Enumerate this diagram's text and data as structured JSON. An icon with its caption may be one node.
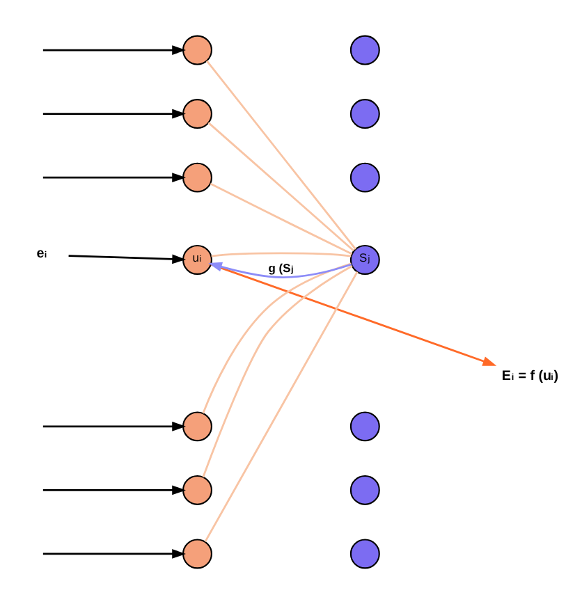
{
  "diagram": {
    "nodes": [
      {
        "text": [],
        "shape": "circle"
      },
      {
        "text": [],
        "shape": "circle"
      },
      {
        "text": [],
        "shape": "circle"
      },
      {
        "text": [
          "u$_{i}$"
        ]
      },
      {
        "text": [],
        "shape": "circle"
      },
      {
        "text": [],
        "shape": "circle"
      },
      {
        "text": [],
        "shape": "circle"
      },
      {
        "text": [],
        "shape": "circle"
      },
      {
        "text": [],
        "shape": "circle"
      },
      {
        "text": [],
        "shape": "circle"
      },
      {
        "text": [
          "S$_{j}$"
        ]
      },
      {
        "text": [],
        "shape": "circle"
      },
      {
        "text": [],
        "shape": "circle"
      },
      {
        "text": [],
        "shape": "circle"
      },
      {
        "text": [
          "e$_{i}$"
        ]
      },
      {
        "text": [
          "E$_{i}$ = f (u$_{i}$)"
        ]
      }
    ],
    "edges": [
      {
        "from": null,
        "to": 0,
        "arrow": "to"
      },
      {
        "from": null,
        "to": 1,
        "arrow": "to"
      },
      {
        "from": null,
        "to": 2,
        "arrow": "to"
      },
      {
        "from": 14,
        "to": 3,
        "arrow": "to"
      },
      {
        "from": null,
        "to": 4,
        "arrow": "to"
      },
      {
        "from": null,
        "to": 5,
        "arrow": "to"
      },
      {
        "from": null,
        "to": 6,
        "arrow": "to"
      },
      {
        "from": 0,
        "to": 10,
        "arrow": "none",
        "color": "#f8c4a4"
      },
      {
        "from": 1,
        "to": 10,
        "arrow": "none",
        "color": "#f8c4a4"
      },
      {
        "from": 2,
        "to": 10,
        "arrow": "none",
        "color": "#f8c4a4"
      },
      {
        "from": 3,
        "to": 10,
        "arrow": "none",
        "color": "#f8c4a4"
      },
      {
        "from": 4,
        "to": 10,
        "arrow": "none",
        "color": "#f8c4a4"
      },
      {
        "from": 5,
        "to": 10,
        "arrow": "none",
        "color": "#f8c4a4"
      },
      {
        "from": 6,
        "to": 10,
        "arrow": "none",
        "color": "#f8c4a4"
      },
      {
        "from": 10,
        "to": 3,
        "arrow": "to",
        "label": "g (S$_{j}$",
        "color": "#8c8cf8"
      },
      {
        "from": 3,
        "to": 15,
        "arrow": "to",
        "color": "#ff6a28"
      }
    ]
  }
}
